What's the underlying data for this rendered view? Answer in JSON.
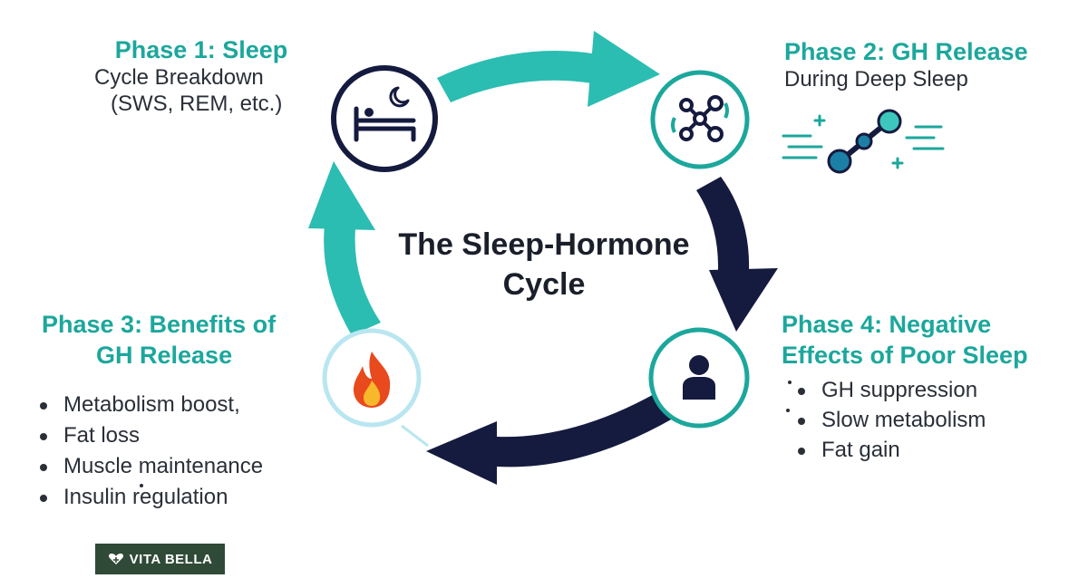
{
  "title": "The Sleep-Hormone Cycle",
  "title_lines": [
    "The Sleep-Hormone",
    "Cycle"
  ],
  "phases": [
    {
      "title": "Phase 1: Sleep",
      "subtitle_lines": [
        "Cycle Breakdown",
        "(SWS, REM, etc.)"
      ],
      "icon": "bed-moon-icon"
    },
    {
      "title": "Phase 2: GH Release",
      "subtitle_lines": [
        "During Deep Sleep"
      ],
      "icon": "molecule-icon"
    },
    {
      "title_lines": [
        "Phase 3: Benefits of",
        "GH Release"
      ],
      "bullets": [
        "Metabolism boost,",
        "Fat loss",
        "Muscle maintenance",
        "Insulin regulation"
      ],
      "icon": "flame-icon"
    },
    {
      "title_lines": [
        "Phase 4: Negative",
        "Effects of Poor Sleep"
      ],
      "bullets": [
        "GH suppression",
        "Slow metabolism",
        "Fat gain"
      ],
      "icon": "person-icon"
    }
  ],
  "logo": {
    "text": "VITA BELLA",
    "icon": "heart-logo-icon"
  },
  "colors": {
    "teal": "#1ca79c",
    "teal_light": "#3dc6bd",
    "navy": "#151b3f",
    "flame_circle": "#b9e6f0",
    "logo_bg": "#2f4a36"
  }
}
